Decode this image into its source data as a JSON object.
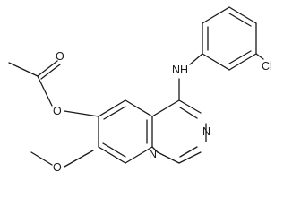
{
  "atoms": {
    "nh": "NH",
    "cl": "Cl",
    "o_carbonyl": "O",
    "o_ester": "O",
    "o_methoxy": "O",
    "n_ring_1": "N",
    "n_ring_2": "N"
  }
}
